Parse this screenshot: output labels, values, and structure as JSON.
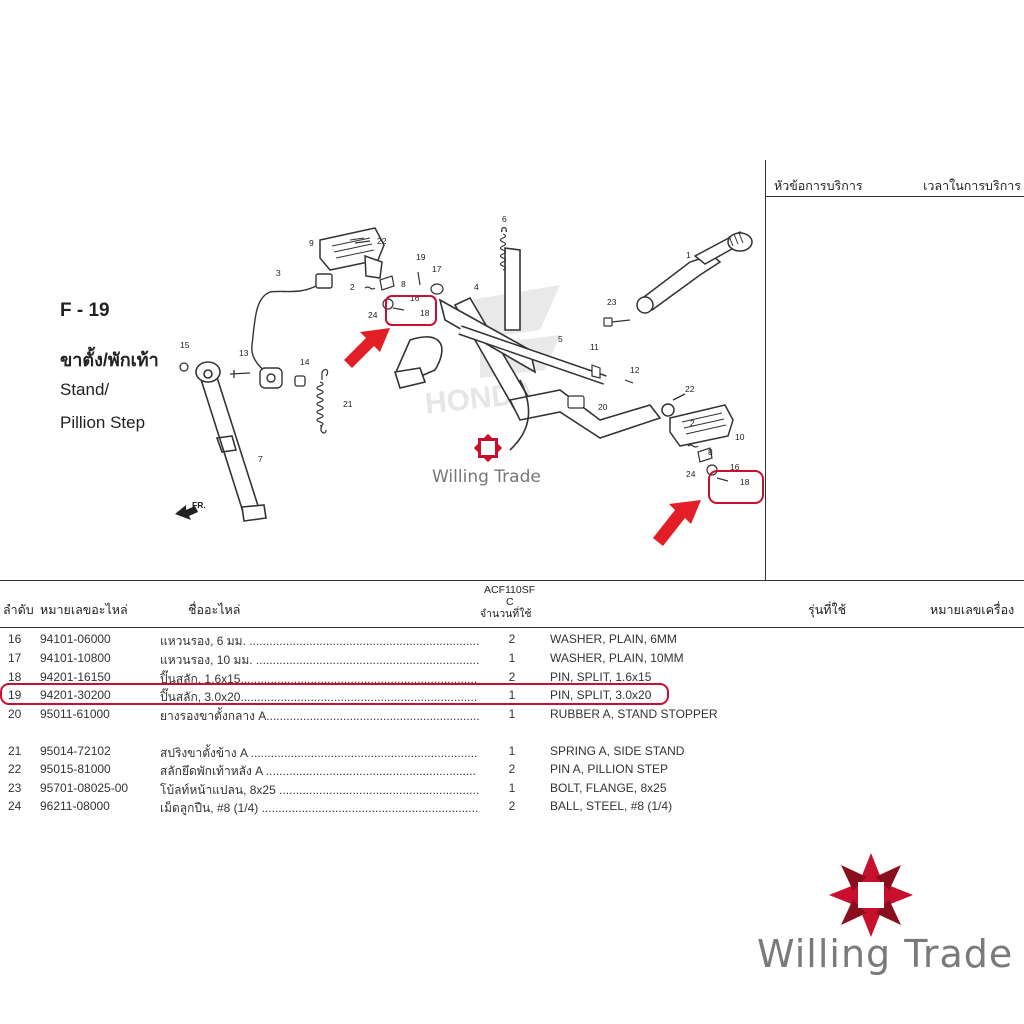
{
  "service_panel": {
    "col1": "หัวข้อการบริการ",
    "col2": "เวลาในการบริการ"
  },
  "figure": {
    "code": "F - 19",
    "title_th": "ขาตั้ง/พักเท้า",
    "title_en_1": "Stand/",
    "title_en_2": "Pillion Step",
    "direction_label": "FR.",
    "watermark_text": "Willing Trade",
    "callouts": [
      "1",
      "2",
      "3",
      "4",
      "5",
      "6",
      "7",
      "8",
      "9",
      "10",
      "11",
      "12",
      "13",
      "14",
      "15",
      "16",
      "17",
      "18",
      "19",
      "20",
      "21",
      "22",
      "23",
      "24"
    ]
  },
  "colors": {
    "highlight": "#c8102e",
    "logo_red": "#c8102e",
    "logo_dark": "#8a0f1e",
    "watermark_gray": "#777777"
  },
  "table": {
    "headers": {
      "no": "ลำดับ",
      "part_number": "หมายเลขอะไหล่",
      "name": "ชื่ออะไหล่",
      "model_line1": "ACF110SF",
      "model_line2": "C",
      "model_line3": "จำนวนที่ใช้",
      "model_used": "รุ่นที่ใช้",
      "engine_no": "หมายเลขเครื่อง"
    },
    "rows": [
      {
        "no": "16",
        "pn": "94101-06000",
        "th": "แหวนรอง, 6 มม. ......................................................................",
        "qty": "2",
        "en": "WASHER, PLAIN, 6MM"
      },
      {
        "no": "17",
        "pn": "94101-10800",
        "th": "แหวนรอง, 10 มม. ....................................................................",
        "qty": "1",
        "en": "WASHER, PLAIN, 10MM"
      },
      {
        "no": "18",
        "pn": "94201-16150",
        "th": "ปิ๊นสลัก, 1.6x15.......................................................................",
        "qty": "2",
        "en": "PIN, SPLIT, 1.6x15"
      },
      {
        "no": "19",
        "pn": "94201-30200",
        "th": "ปิ๊นสลัก, 3.0x20.......................................................................",
        "qty": "1",
        "en": "PIN, SPLIT, 3.0x20"
      },
      {
        "no": "20",
        "pn": "95011-61000",
        "th": "ยางรองขาตั้งกลาง A..................................................................",
        "qty": "1",
        "en": "RUBBER A, STAND STOPPER"
      },
      {
        "no": "21",
        "pn": "95014-72102",
        "th": "สปริงขาตั้งข้าง A ....................................................................",
        "qty": "1",
        "en": "SPRING A, SIDE STAND"
      },
      {
        "no": "22",
        "pn": "95015-81000",
        "th": "สลักยึดพักเท้าหลัง A ...............................................................",
        "qty": "2",
        "en": "PIN A, PILLION STEP"
      },
      {
        "no": "23",
        "pn": "95701-08025-00",
        "th": "โบ้ลท์หน้าแปลน, 8x25 ..............................................................",
        "qty": "1",
        "en": "BOLT, FLANGE, 8x25"
      },
      {
        "no": "24",
        "pn": "96211-08000",
        "th": "เม็ดลูกปืน, #8 (1/4) .................................................................",
        "qty": "2",
        "en": "BALL, STEEL, #8 (1/4)"
      }
    ]
  },
  "brand": {
    "name": "Willing Trade"
  }
}
